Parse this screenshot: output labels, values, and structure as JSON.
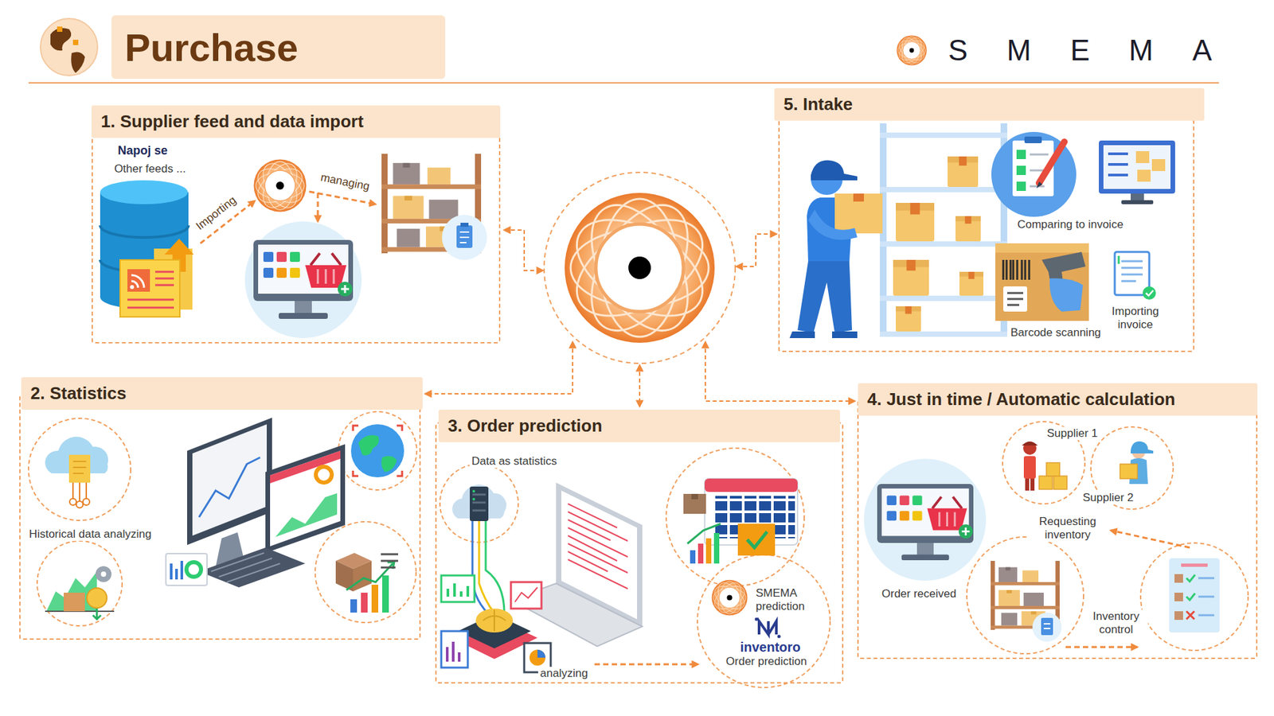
{
  "diagram": {
    "title": "Purchase",
    "nodes": [
      {
        "text": [
          "1. Supplier feed and data import"
        ]
      },
      {
        "text": [
          "5. Intake"
        ]
      },
      {
        "text": [
          "2. Statistics"
        ]
      },
      {
        "text": [
          "3. Order prediction"
        ]
      },
      {
        "text": [
          "4. Just in time / Automatic calculation"
        ]
      }
    ],
    "labels": [
      "SMEMA",
      "Napoj se",
      "Other feeds ...",
      "Importing",
      "managing",
      "Comparing to invoice",
      "Barcode scanning",
      "Importing invoice",
      "Historical data analyzing",
      "Data as statistics",
      "analyzing",
      "SMEMA prediction",
      "inventoro",
      "Order prediction",
      "Supplier 1",
      "Supplier 2",
      "Requesting inventory",
      "Order received",
      "Inventory control"
    ]
  }
}
